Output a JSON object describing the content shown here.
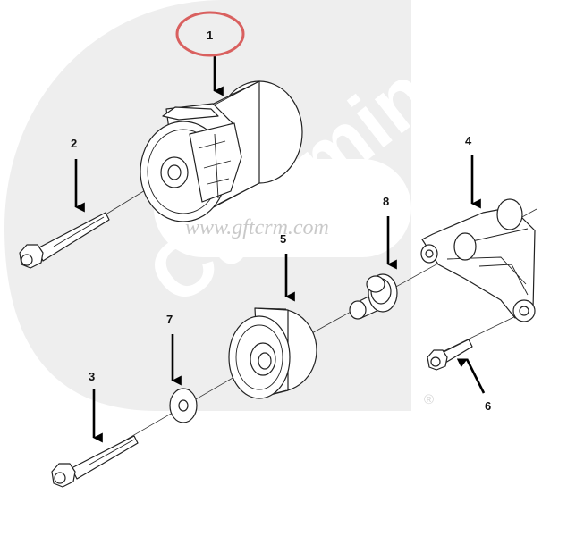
{
  "watermark": {
    "logo_text": "Cummins",
    "url": "www.gftcrm.com",
    "registered_mark": "®"
  },
  "callouts": [
    {
      "number": "1",
      "part": "belt-tensioner",
      "highlighted": true
    },
    {
      "number": "2",
      "part": "tensioner-mounting-capscrew"
    },
    {
      "number": "3",
      "part": "idler-mounting-capscrew"
    },
    {
      "number": "4",
      "part": "idler-bracket"
    },
    {
      "number": "5",
      "part": "idler-pulley"
    },
    {
      "number": "6",
      "part": "bracket-mounting-capscrew"
    },
    {
      "number": "7",
      "part": "washer"
    },
    {
      "number": "8",
      "part": "pulley-spacer"
    }
  ],
  "colors": {
    "highlight_circle": "#d9605f",
    "watermark_gray": "#eeeeee"
  }
}
